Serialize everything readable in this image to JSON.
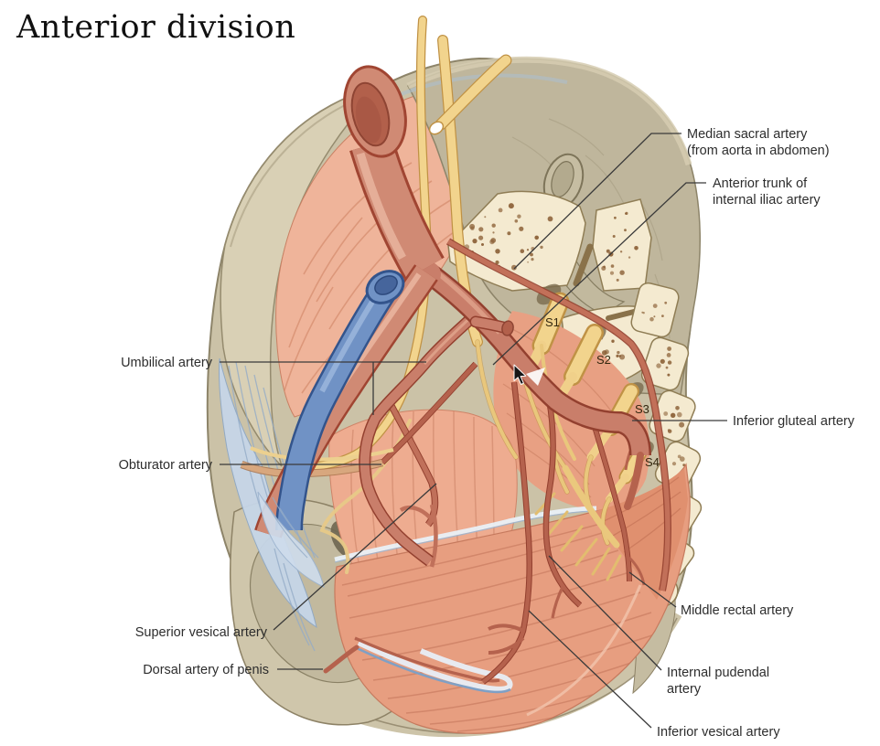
{
  "title": "Anterior division",
  "labels": {
    "umbilical": {
      "text": "Umbilical artery"
    },
    "obturator": {
      "text": "Obturator artery"
    },
    "superior_vesical": {
      "text": "Superior vesical artery"
    },
    "dorsal_penis": {
      "text": "Dorsal artery of penis"
    },
    "median_sacral": {
      "line1": "Median sacral artery",
      "line2": "(from aorta in abdomen)"
    },
    "anterior_trunk": {
      "line1": "Anterior trunk of",
      "line2": "internal iliac artery"
    },
    "inferior_gluteal": {
      "text": "Inferior gluteal artery"
    },
    "middle_rectal": {
      "text": "Middle rectal artery"
    },
    "internal_pudendal": {
      "line1": "Internal pudendal",
      "line2": "artery"
    },
    "inferior_vesical": {
      "text": "Inferior vesical artery"
    }
  },
  "sacral_nerve_labels": {
    "s1": "S1",
    "s2": "S2",
    "s3": "S3",
    "s4": "S4"
  },
  "colors": {
    "background": "#ffffff",
    "artery": "#cd8a74",
    "artery_dark": "#9c4c38",
    "artery_lumen": "#b2604b",
    "vein": "#7092c5",
    "vein_dark": "#33548c",
    "nerve": "#f2d48d",
    "nerve_dark": "#c09245",
    "bone": "#cbc2a7",
    "bone_dark": "#8d8469",
    "cancellous_bone": "#f4ead0",
    "speckle": "#8a5f35",
    "muscle": "#eeb097",
    "muscle_deep": "#e79e80",
    "ligament": "#c6d6e8",
    "label_text": "#2d2d2d",
    "leader_line": "#3a3a3a"
  }
}
